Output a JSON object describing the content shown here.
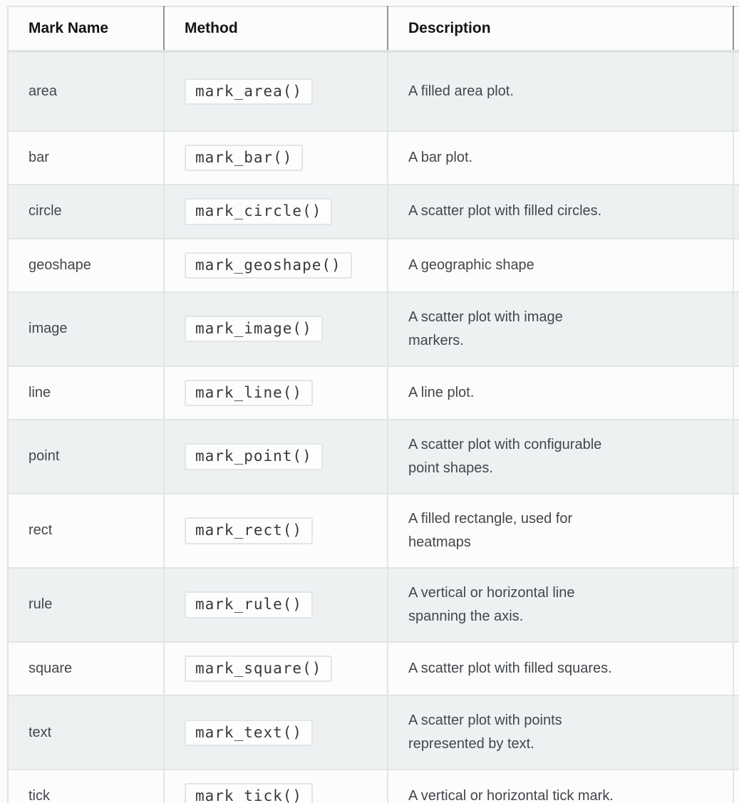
{
  "page": {
    "background_color": "#fafafa",
    "stripe_row_color": "#edf1f2",
    "plain_row_color": "#fcfcfc",
    "border_color": "#e1e5e6",
    "header_separator_color": "#8f9598"
  },
  "table": {
    "columns": [
      "Mark Name",
      "Method",
      "Description",
      ""
    ],
    "rows": [
      {
        "name": "area",
        "method": "mark_area()",
        "description": "A filled area plot."
      },
      {
        "name": "bar",
        "method": "mark_bar()",
        "description": "A bar plot."
      },
      {
        "name": "circle",
        "method": "mark_circle()",
        "description": "A scatter plot with filled circles."
      },
      {
        "name": "geoshape",
        "method": "mark_geoshape()",
        "description": "A geographic shape"
      },
      {
        "name": "image",
        "method": "mark_image()",
        "description": "A scatter plot with image\nmarkers."
      },
      {
        "name": "line",
        "method": "mark_line()",
        "description": "A line plot."
      },
      {
        "name": "point",
        "method": "mark_point()",
        "description": "A scatter plot with configurable\npoint shapes."
      },
      {
        "name": "rect",
        "method": "mark_rect()",
        "description": "A filled rectangle, used for\nheatmaps"
      },
      {
        "name": "rule",
        "method": "mark_rule()",
        "description": "A vertical or horizontal line\nspanning the axis."
      },
      {
        "name": "square",
        "method": "mark_square()",
        "description": "A scatter plot with filled squares."
      },
      {
        "name": "text",
        "method": "mark_text()",
        "description": "A scatter plot with points\nrepresented by text."
      },
      {
        "name": "tick",
        "method": "mark_tick()",
        "description": "A vertical or horizontal tick mark."
      }
    ]
  }
}
